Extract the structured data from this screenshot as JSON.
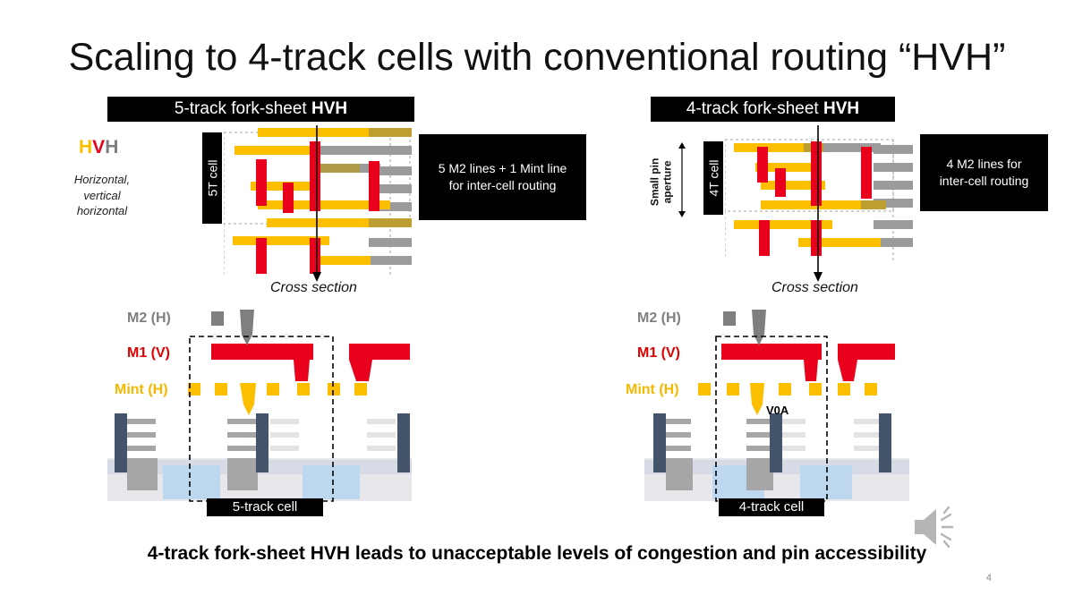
{
  "title": "Scaling to 4-track cells with conventional routing “HVH”",
  "left": {
    "header_text": "5-track fork-sheet ",
    "header_bold": "HVH",
    "cell_label": "5T cell",
    "info": [
      "5 M2 lines + 1 Mint line",
      "for inter-cell routing"
    ],
    "cross_section": "Cross section",
    "cell_footer": "5-track cell"
  },
  "right": {
    "header_text": "4-track fork-sheet ",
    "header_bold": "HVH",
    "cell_label": "4T cell",
    "pin_label": [
      "Small pin",
      "aperture"
    ],
    "info": [
      "4 M2 lines for",
      "inter-cell routing"
    ],
    "cross_section": "Cross section",
    "cell_footer": "4-track cell",
    "via_label": "V0A"
  },
  "legend": {
    "h1": "H",
    "v": "V",
    "h2": "H",
    "desc": [
      "Horizontal,",
      "vertical",
      "horizontal"
    ]
  },
  "layers": {
    "m2": "M2 (H)",
    "m1": "M1 (V)",
    "mint": "Mint (H)"
  },
  "bottom_text": "4-track fork-sheet HVH leads to  unacceptable levels of congestion and pin accessibility",
  "page_number": "4",
  "colors": {
    "m2": "#9b9b9b",
    "m1": "#e8001c",
    "mint": "#fbbf00",
    "gate": "#44546a",
    "pin": "#7f7f7f",
    "well": "#bdd7ee"
  }
}
